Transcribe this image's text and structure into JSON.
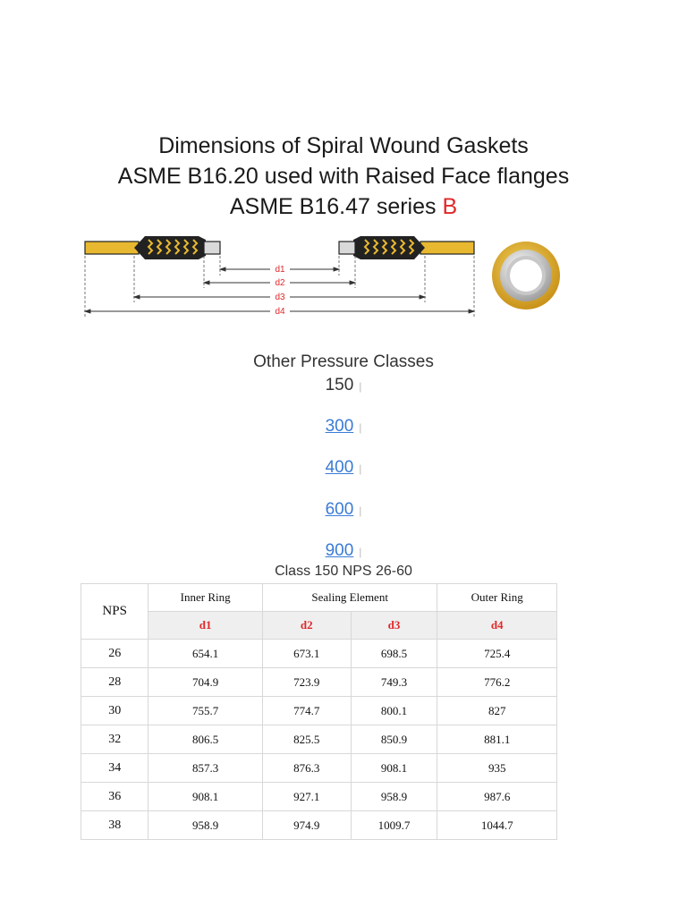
{
  "title": {
    "line1": "Dimensions of Spiral Wound Gaskets",
    "line2": "ASME B16.20 used with Raised Face flanges",
    "line3_prefix": "ASME B16.47 series ",
    "line3_series": "B"
  },
  "diagram": {
    "labels": [
      "d1",
      "d2",
      "d3",
      "d4"
    ],
    "colors": {
      "gold": "#e8b830",
      "dark": "#222222",
      "label_red": "#e0282a",
      "silver": "#d9d9d9"
    }
  },
  "pressure_classes": {
    "heading": "Other Pressure Classes",
    "items": [
      {
        "label": "150",
        "link": false
      },
      {
        "label": "300",
        "link": true
      },
      {
        "label": "400",
        "link": true
      },
      {
        "label": "600",
        "link": true
      },
      {
        "label": "900",
        "link": true
      }
    ],
    "separator": "|"
  },
  "table": {
    "title": "Class 150  NPS 26-60",
    "headers": {
      "nps": "NPS",
      "inner_ring": "Inner Ring",
      "sealing_element": "Sealing Element",
      "outer_ring": "Outer Ring",
      "d1": "d1",
      "d2": "d2",
      "d3": "d3",
      "d4": "d4"
    },
    "rows": [
      [
        "26",
        "654.1",
        "673.1",
        "698.5",
        "725.4"
      ],
      [
        "28",
        "704.9",
        "723.9",
        "749.3",
        "776.2"
      ],
      [
        "30",
        "755.7",
        "774.7",
        "800.1",
        "827"
      ],
      [
        "32",
        "806.5",
        "825.5",
        "850.9",
        "881.1"
      ],
      [
        "34",
        "857.3",
        "876.3",
        "908.1",
        "935"
      ],
      [
        "36",
        "908.1",
        "927.1",
        "958.9",
        "987.6"
      ],
      [
        "38",
        "958.9",
        "974.9",
        "1009.7",
        "1044.7"
      ]
    ]
  }
}
